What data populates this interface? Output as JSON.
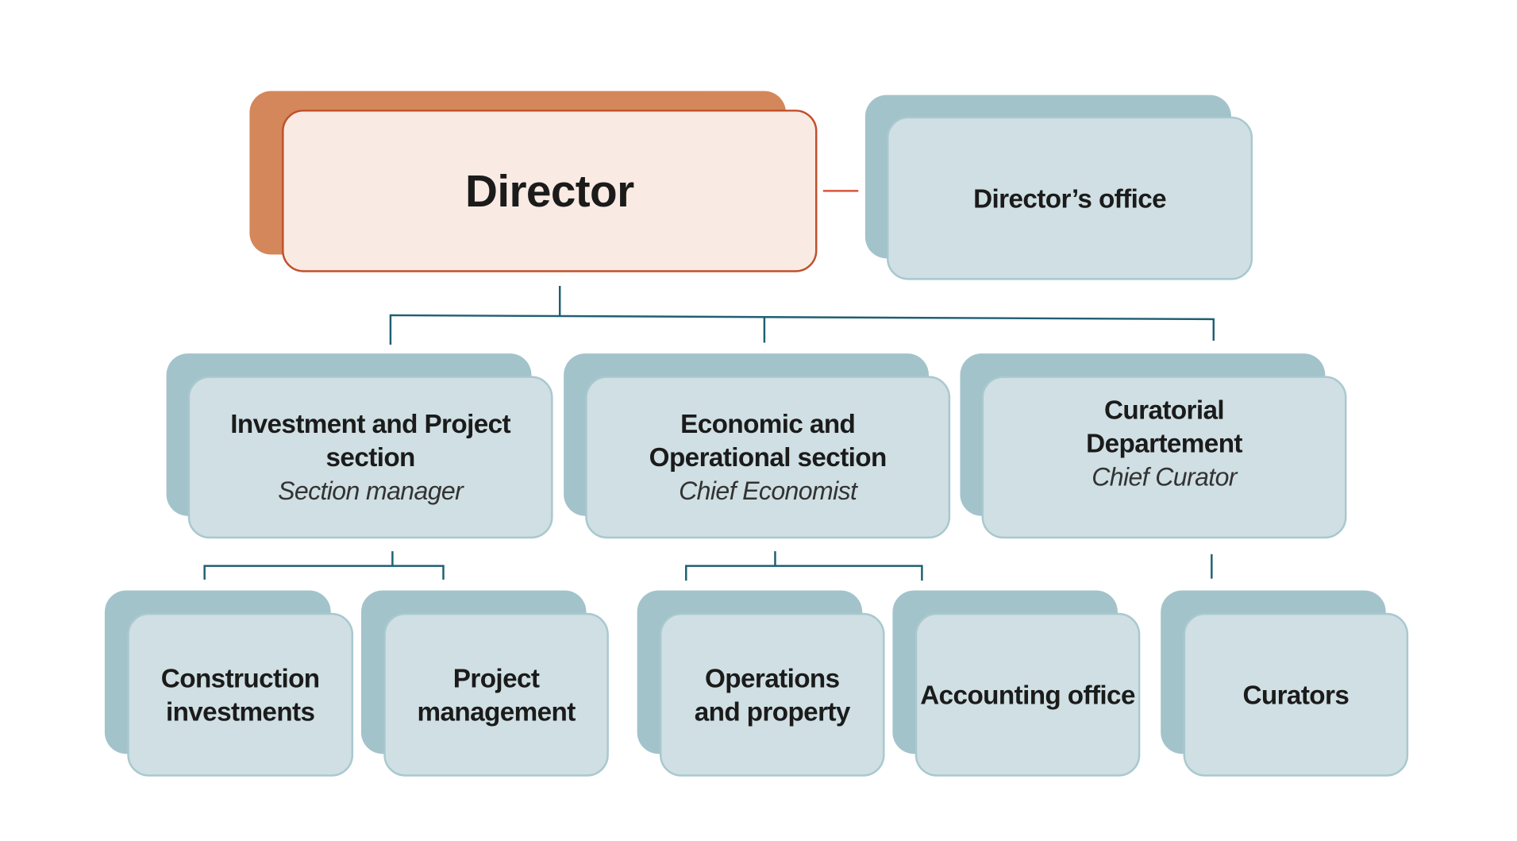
{
  "director": {
    "title": "Director"
  },
  "office": {
    "title": "Director’s office"
  },
  "sections": [
    {
      "title": "Investment and Project section",
      "subtitle": "Section manager"
    },
    {
      "title": "Economic and Operational section",
      "subtitle": "Chief Economist"
    },
    {
      "title": "Curatorial Departement",
      "subtitle": "Chief Curator"
    }
  ],
  "units": [
    {
      "title": "Construction investments"
    },
    {
      "title": "Project management"
    },
    {
      "title": "Operations and property"
    },
    {
      "title": "Accounting office"
    },
    {
      "title": "Curators"
    }
  ],
  "colors": {
    "director_fill": "#f9ebe3",
    "director_shadow": "#d4875a",
    "box_fill": "#cfdfe3",
    "box_shadow": "#a3c3cb",
    "connector": "#1f5f73",
    "director_link": "#d9553a"
  }
}
